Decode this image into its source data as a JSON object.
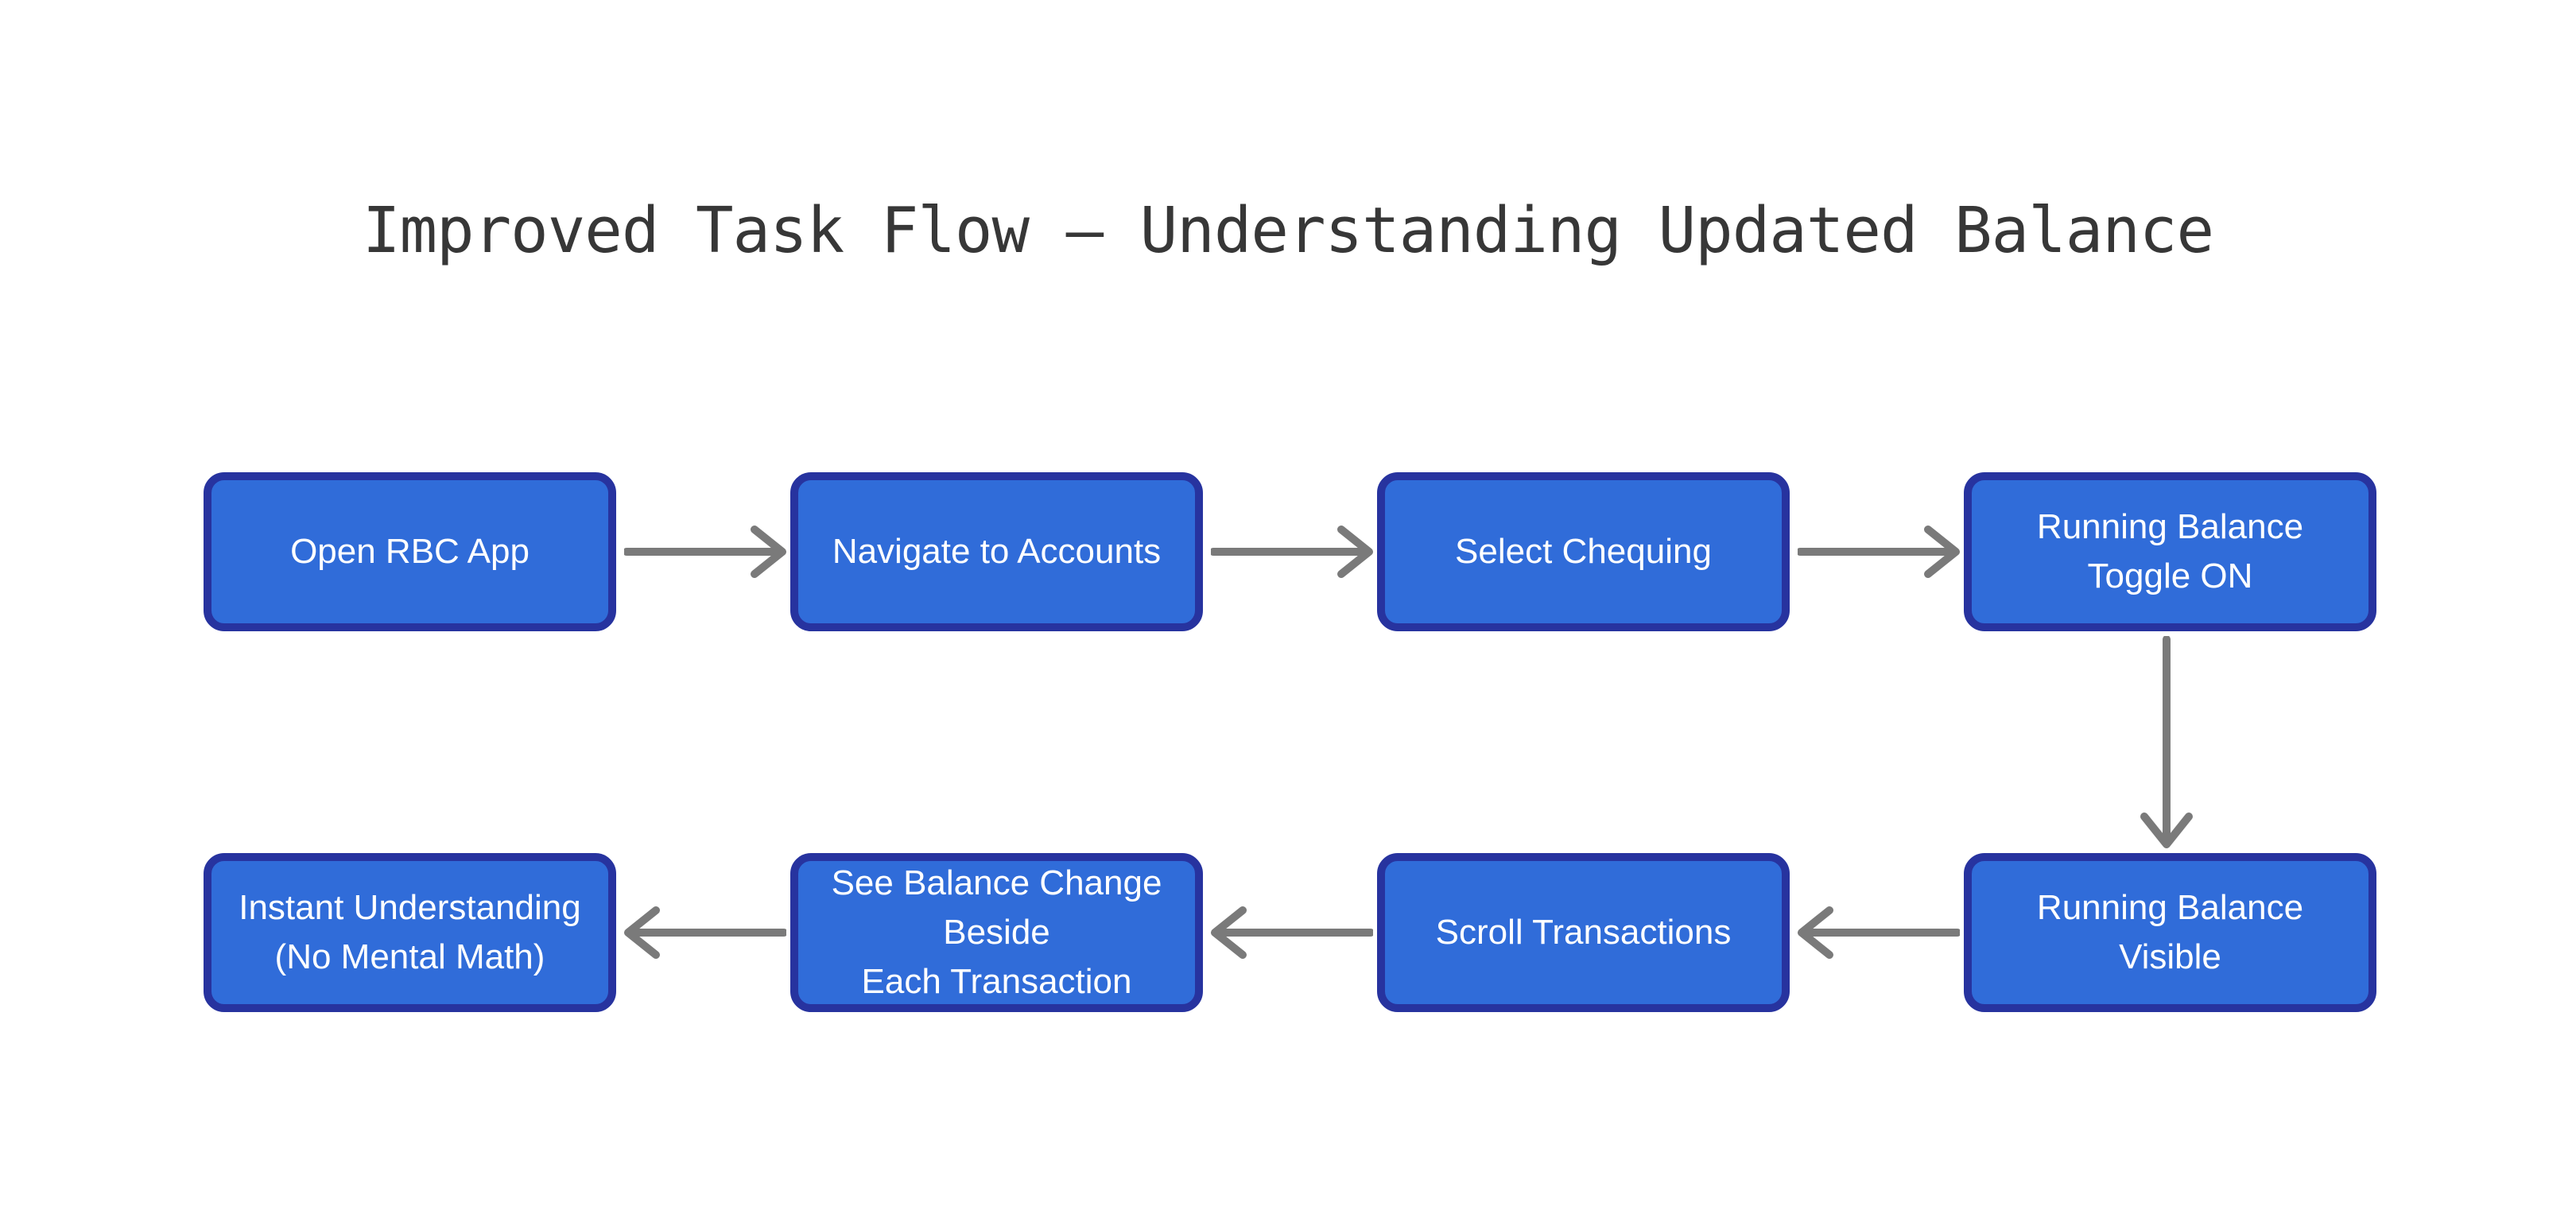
{
  "title": "Improved Task Flow — Understanding Updated Balance",
  "colors": {
    "background": "#ffffff",
    "title_color": "#373737",
    "node_fill": "#306cd9",
    "node_border": "#27339f",
    "node_text": "#ffffff",
    "arrow_color": "#7a7a7a"
  },
  "nodes": [
    {
      "label": "Open RBC App"
    },
    {
      "label": "Navigate to Accounts"
    },
    {
      "label": "Select Chequing"
    },
    {
      "label": "Running Balance Toggle ON"
    },
    {
      "label": "Running Balance Visible"
    },
    {
      "label": "Scroll Transactions"
    },
    {
      "label": "See Balance Change Beside\nEach Transaction"
    },
    {
      "label": "Instant Understanding\n(No Mental Math)"
    }
  ]
}
